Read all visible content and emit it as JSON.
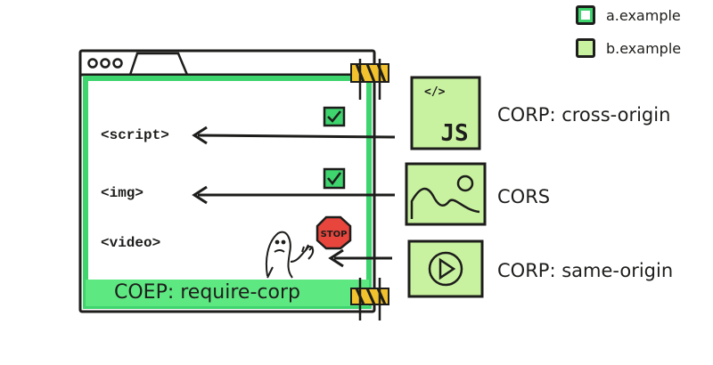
{
  "legend": [
    {
      "label": "a.example",
      "color": "#ffffff"
    },
    {
      "label": "b.example",
      "color": "#c9f2a0"
    }
  ],
  "colors": {
    "origin_a_border": "#3ed46e",
    "origin_b_fill": "#c9f2a0",
    "check_fill": "#3ed46e",
    "stop_sign": "#e8453c",
    "tape": "#f2c12e",
    "ink": "#1d1d1b"
  },
  "page": {
    "elements": [
      {
        "label": "<script>",
        "status": "check-icon"
      },
      {
        "label": "<img>",
        "status": "check-icon"
      },
      {
        "label": "<video>",
        "status": "stop-sign-icon"
      }
    ],
    "footer": "COEP:  require-corp"
  },
  "resources": [
    {
      "icon": "js-file-icon",
      "icon_text_top": "</>",
      "icon_text_main": "JS",
      "header_label": "CORP:  cross-origin"
    },
    {
      "icon": "image-file-icon",
      "header_label": "CORS"
    },
    {
      "icon": "video-file-icon",
      "header_label": "CORP:  same-origin"
    }
  ],
  "stop_sign_text": "STOP"
}
